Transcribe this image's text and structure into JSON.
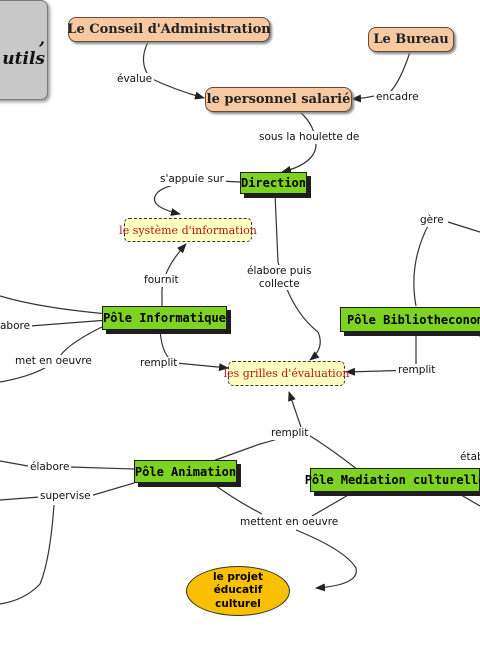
{
  "nodes": {
    "title_fragment": ",\nutils",
    "conseil": "Le Conseil d'Administration",
    "bureau": "Le Bureau",
    "personnel": "le personnel salarié",
    "direction": "Direction",
    "systeme": "le système d'information",
    "grilles": "les grilles d'évaluation",
    "pole_info": "Pôle Informatique",
    "pole_biblio": "Pôle Bibliotheconomie",
    "pole_anim": "Pôle Animation",
    "pole_media": "Pôle Mediation culturelle",
    "projet": "le projet éducatif culturel"
  },
  "links": {
    "evalue": "évalue",
    "encadre": "encadre",
    "houlette": "sous la houlette de",
    "appuie": "s'appuie sur",
    "elabore_collecte": "élabore puis\ncollecte",
    "fournit": "fournit",
    "gere": "gère",
    "elabore_top": "abore",
    "met_en_oeuvre": "met en oeuvre",
    "remplit_info": "remplit",
    "remplit_biblio": "remplit",
    "remplit_bottom": "remplit",
    "elabore_anim": "élabore",
    "supervise": "supervise",
    "etab": "étab",
    "mettent": "mettent en oeuvre"
  },
  "colors": {
    "salmon": "#f7c9a3",
    "green": "#7ed321",
    "yellow": "#ffffc0",
    "oval": "#f8c000",
    "title_gray": "#c8c8c8"
  }
}
